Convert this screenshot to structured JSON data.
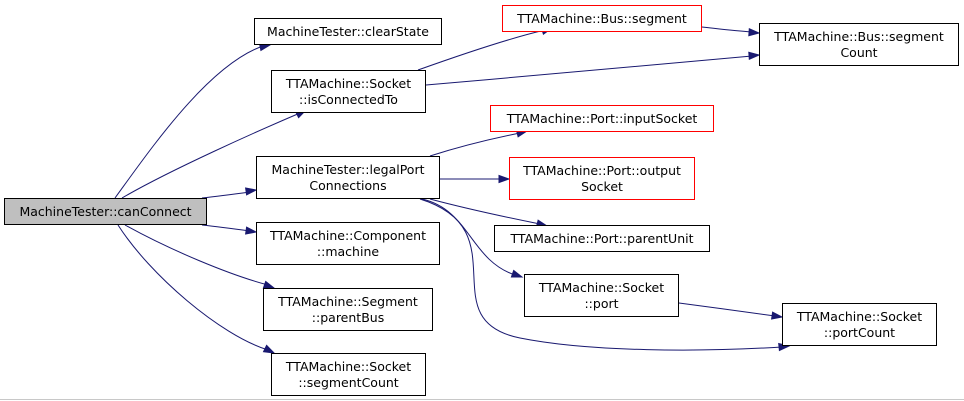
{
  "diagram": {
    "nodes": {
      "can_connect": {
        "lines": [
          "MachineTester::canConnect"
        ]
      },
      "clear_state": {
        "lines": [
          "MachineTester::clearState"
        ]
      },
      "is_connected_to": {
        "lines": [
          "TTAMachine::Socket",
          "::isConnectedTo"
        ]
      },
      "legal_port_connections": {
        "lines": [
          "MachineTester::legalPort",
          "Connections"
        ]
      },
      "component_machine": {
        "lines": [
          "TTAMachine::Component",
          "::machine"
        ]
      },
      "segment_parent_bus": {
        "lines": [
          "TTAMachine::Segment",
          "::parentBus"
        ]
      },
      "socket_segment_count": {
        "lines": [
          "TTAMachine::Socket",
          "::segmentCount"
        ]
      },
      "bus_segment": {
        "lines": [
          "TTAMachine::Bus::segment"
        ]
      },
      "bus_segment_count": {
        "lines": [
          "TTAMachine::Bus::segment",
          "Count"
        ]
      },
      "port_input_socket": {
        "lines": [
          "TTAMachine::Port::inputSocket"
        ]
      },
      "port_output_socket": {
        "lines": [
          "TTAMachine::Port::output",
          "Socket"
        ]
      },
      "port_parent_unit": {
        "lines": [
          "TTAMachine::Port::parentUnit"
        ]
      },
      "socket_port": {
        "lines": [
          "TTAMachine::Socket",
          "::port"
        ]
      },
      "socket_port_count": {
        "lines": [
          "TTAMachine::Socket",
          "::portCount"
        ]
      }
    },
    "edges": [
      {
        "from": "can_connect",
        "to": "clear_state"
      },
      {
        "from": "can_connect",
        "to": "is_connected_to"
      },
      {
        "from": "can_connect",
        "to": "legal_port_connections"
      },
      {
        "from": "can_connect",
        "to": "component_machine"
      },
      {
        "from": "can_connect",
        "to": "segment_parent_bus"
      },
      {
        "from": "can_connect",
        "to": "socket_segment_count"
      },
      {
        "from": "is_connected_to",
        "to": "bus_segment"
      },
      {
        "from": "is_connected_to",
        "to": "bus_segment_count"
      },
      {
        "from": "bus_segment",
        "to": "bus_segment_count"
      },
      {
        "from": "legal_port_connections",
        "to": "port_input_socket"
      },
      {
        "from": "legal_port_connections",
        "to": "port_output_socket"
      },
      {
        "from": "legal_port_connections",
        "to": "port_parent_unit"
      },
      {
        "from": "legal_port_connections",
        "to": "socket_port"
      },
      {
        "from": "legal_port_connections",
        "to": "socket_port_count"
      },
      {
        "from": "socket_port",
        "to": "socket_port_count"
      }
    ],
    "colors": {
      "edge": "#191970",
      "root_fill": "#bfbfbf",
      "node_border": "#000000",
      "truncated_border": "#ff0000"
    }
  }
}
